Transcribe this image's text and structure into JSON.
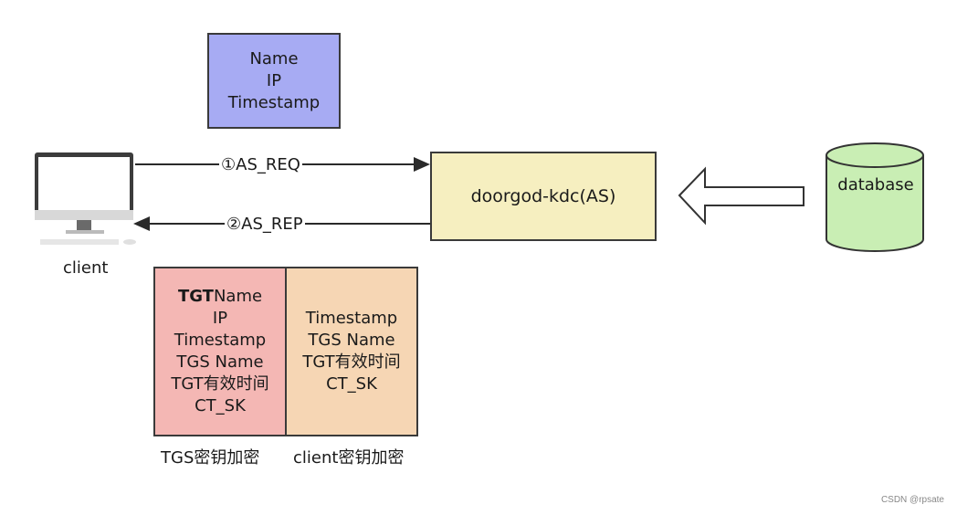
{
  "request_box": {
    "lines": [
      "Name",
      "IP",
      "Timestamp"
    ]
  },
  "kdc": {
    "label": "doorgod-kdc(AS)"
  },
  "database": {
    "label": "database"
  },
  "client": {
    "label": "client"
  },
  "arrows": {
    "as_req": "①AS_REQ",
    "as_rep": "②AS_REP"
  },
  "tgt_box": {
    "title_bold": "TGT",
    "title_rest": "Name",
    "lines": [
      "IP",
      "Timestamp",
      "TGS Name",
      "TGT有效时间",
      "CT_SK"
    ],
    "caption": "TGS密钥加密"
  },
  "client_key_box": {
    "lines": [
      "Timestamp",
      "TGS Name",
      "TGT有效时间",
      "CT_SK"
    ],
    "caption": "client密钥加密"
  },
  "watermark": "CSDN @rpsate",
  "colors": {
    "request_box": "#a7abf3",
    "kdc_box": "#f6efc0",
    "database": "#c9eeb4",
    "tgt_box": "#f4b7b4",
    "client_key_box": "#f6d6b4"
  }
}
